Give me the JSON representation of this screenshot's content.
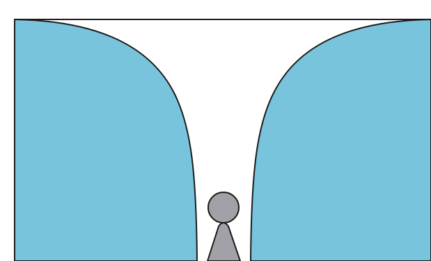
{
  "diagram": {
    "colors": {
      "background": "#ffffff",
      "wall_fill": "#79c4dd",
      "figure_fill": "#a2a1a7",
      "stroke": "#1a1a1a"
    },
    "elements": [
      "left-wall",
      "right-wall",
      "person-figure"
    ]
  }
}
